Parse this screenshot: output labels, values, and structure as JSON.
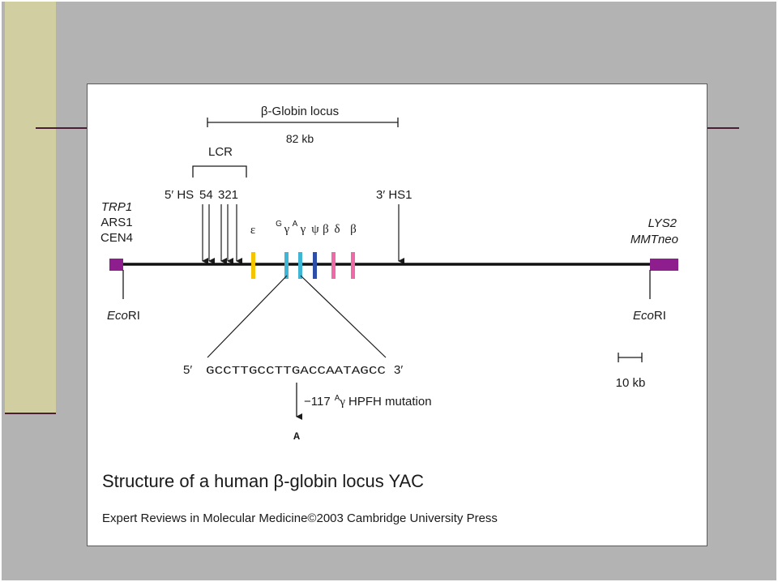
{
  "diagram": {
    "locus_label": "β-Globin locus",
    "locus_size": "82 kb",
    "lcr_label": "LCR",
    "hs5_label": "5′ HS",
    "hs_digits_left": "54",
    "hs_digits_right": "321",
    "hs3_label": "3′ HS1",
    "left_marker": {
      "line1": "TRP1",
      "line2": "ARS1",
      "line3": "CEN4",
      "color": "#8e1e8e"
    },
    "right_marker": {
      "line1": "LYS2",
      "line2": "MMTneo",
      "color": "#8e1e8e"
    },
    "ecori_left_italic": "Eco",
    "ecori_left_rest": "RI",
    "ecori_right_italic": "Eco",
    "ecori_right_rest": "RI",
    "genes": [
      {
        "label": "ε",
        "color": "#f5c400"
      },
      {
        "label_sup": "G",
        "label": "γ",
        "color": "#3fb6d6"
      },
      {
        "label_sup": "A",
        "label": "γ",
        "color": "#3fb6d6"
      },
      {
        "label": "ψ",
        "color": "#2d4fa8"
      },
      {
        "label": "β",
        "color": "#ee6aa7"
      },
      {
        "label": "δ",
        "color": "#ee6aa7"
      },
      {
        "label": "β",
        "color": "#ee6aa7"
      }
    ],
    "sequence_5": "5′",
    "sequence": "GCCTTGCCTTGACCAATAGCC",
    "sequence_3": "3′",
    "mutation_pos": "−117",
    "mutation_sup": "A",
    "mutation_gamma": "γ",
    "mutation_text": "HPFH mutation",
    "mutation_base": "A",
    "scale_label": "10 kb"
  },
  "caption": {
    "title": "Structure of a human β-globin locus YAC",
    "credit": "Expert Reviews in Molecular Medicine©2003 Cambridge University Press"
  }
}
